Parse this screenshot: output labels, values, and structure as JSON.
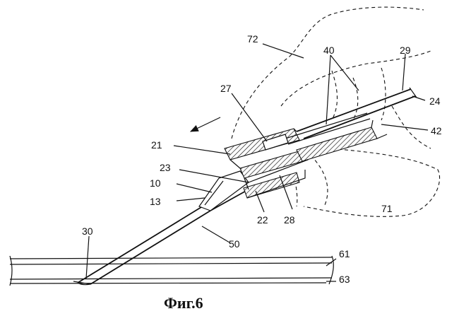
{
  "caption": "Фиг.6",
  "labels": {
    "l72": "72",
    "l40": "40",
    "l29": "29",
    "l24": "24",
    "l27": "27",
    "l42": "42",
    "l21": "21",
    "l23": "23",
    "l10": "10",
    "l13": "13",
    "l22": "22",
    "l28": "28",
    "l71": "71",
    "l50": "50",
    "l30": "30",
    "l61": "61",
    "l63": "63"
  }
}
